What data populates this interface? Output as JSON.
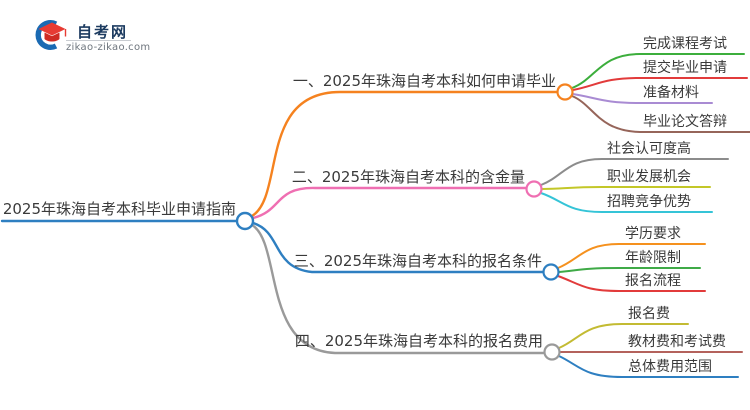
{
  "logo": {
    "title": "自考网",
    "domain": "zikao-zikao.com",
    "colors": {
      "blue": "#1a6ab3",
      "cap_red": "#e73b33",
      "cap_dark_red": "#cf2b23"
    }
  },
  "root": {
    "label": "2025年珠海自考本科毕业申请指南",
    "color": "#2e7fc1"
  },
  "branches": [
    {
      "label": "一、2025年珠海自考本科如何申请毕业",
      "color": "#f5821f",
      "children": [
        {
          "label": "完成课程考试",
          "color": "#3cae3c"
        },
        {
          "label": "提交毕业申请",
          "color": "#e23b3b"
        },
        {
          "label": "准备材料",
          "color": "#a98bd3"
        },
        {
          "label": "毕业论文答辩",
          "color": "#96655a"
        }
      ]
    },
    {
      "label": "二、2025年珠海自考本科的含金量",
      "color": "#ef6fb2",
      "children": [
        {
          "label": "社会认可度高",
          "color": "#8c8c8c"
        },
        {
          "label": "职业发展机会",
          "color": "#c3c728"
        },
        {
          "label": "招聘竞争优势",
          "color": "#35c4d7"
        }
      ]
    },
    {
      "label": "三、2025年珠海自考本科的报名条件",
      "color": "#2e7fc1",
      "children": [
        {
          "label": "学历要求",
          "color": "#f5911e"
        },
        {
          "label": "年龄限制",
          "color": "#3faa47"
        },
        {
          "label": "报名流程",
          "color": "#e23b3b"
        }
      ]
    },
    {
      "label": "四、2025年珠海自考本科的报名费用",
      "color": "#9a9a9a",
      "children": [
        {
          "label": "报名费",
          "color": "#c3bb33"
        },
        {
          "label": "教材费和考试费",
          "color": "#b4625c"
        },
        {
          "label": "总体费用范围",
          "color": "#2e7fc1"
        }
      ]
    }
  ]
}
